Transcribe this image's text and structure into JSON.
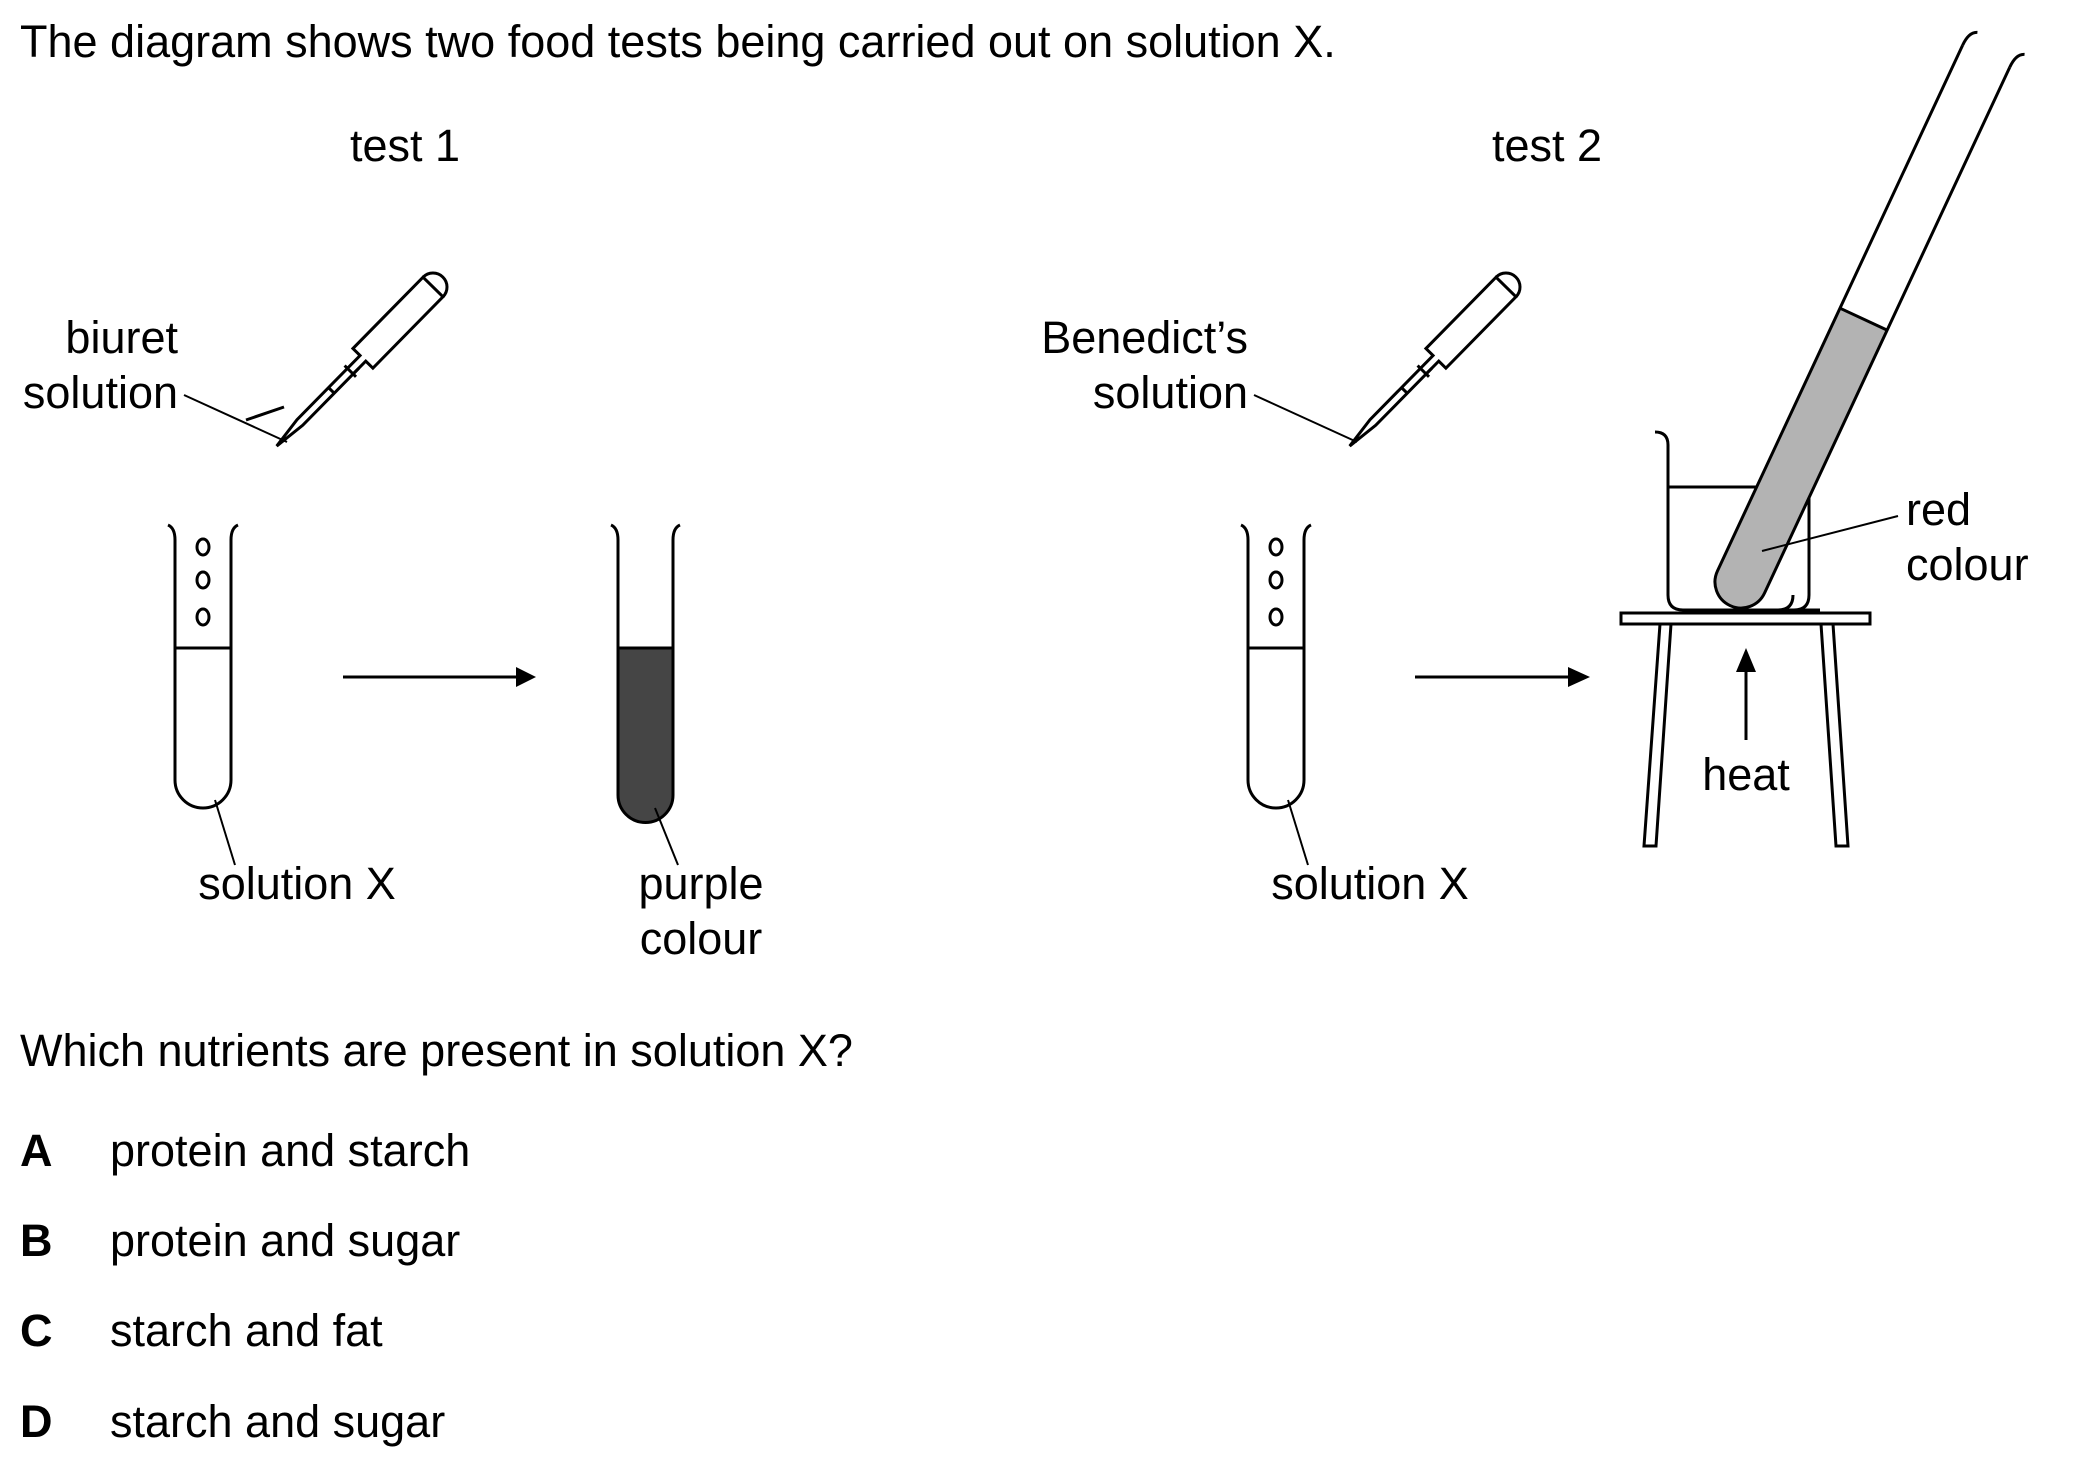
{
  "question": {
    "stem": "The diagram shows two food tests being carried out on solution X.",
    "prompt": "Which nutrients are present in solution X?",
    "options": [
      {
        "letter": "A",
        "text": "protein and starch"
      },
      {
        "letter": "B",
        "text": "protein and sugar"
      },
      {
        "letter": "C",
        "text": "starch and fat"
      },
      {
        "letter": "D",
        "text": "starch and sugar"
      }
    ]
  },
  "diagram": {
    "test1": {
      "title": "test 1",
      "reagent_label_line1": "biuret",
      "reagent_label_line2": "solution",
      "sample_label": "solution X",
      "result_label_line1": "purple",
      "result_label_line2": "colour"
    },
    "test2": {
      "title": "test 2",
      "reagent_label_line1": "Benedict’s",
      "reagent_label_line2": "solution",
      "sample_label": "solution X",
      "result_label_line1": "red",
      "result_label_line2": "colour",
      "heat_label": "heat"
    },
    "colors": {
      "purple_result_fill": "#454545",
      "red_result_fill": "#b3b3b3",
      "line": "#000000"
    }
  }
}
